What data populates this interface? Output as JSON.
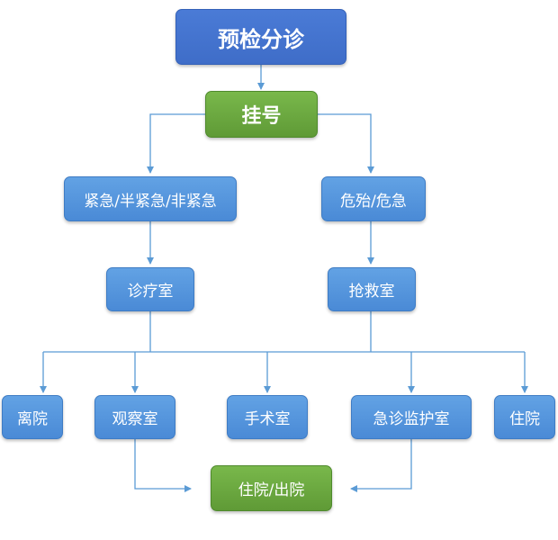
{
  "nodes": {
    "triage": "预检分诊",
    "registration": "挂号",
    "urgency_levels": "紧急/半紧急/非紧急",
    "critical": "危殆/危急",
    "consult_room": "诊疗室",
    "rescue_room": "抢救室",
    "discharge": "离院",
    "observation": "观察室",
    "operating_room": "手术室",
    "icu": "急诊监护室",
    "admission": "住院",
    "admit_or_discharge": "住院/出院"
  },
  "colors": {
    "line": "#5b9bd5",
    "top_box": "#4472c4",
    "green_box": "#70ad47",
    "blue_box": "#5b9bd5"
  }
}
